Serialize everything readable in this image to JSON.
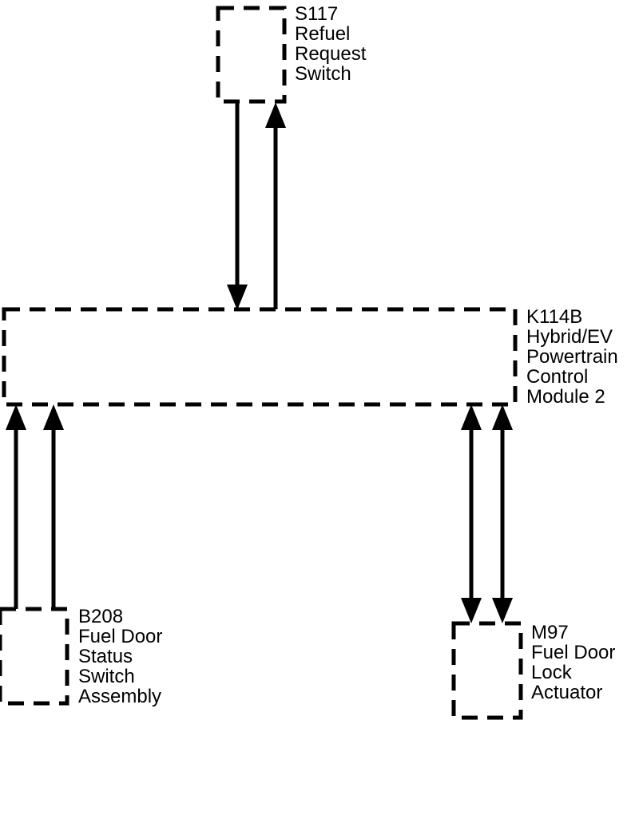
{
  "components": {
    "s117": {
      "lines": [
        "S117",
        "Refuel",
        "Request",
        "Switch"
      ]
    },
    "k114b": {
      "lines": [
        "K114B",
        "Hybrid/EV",
        "Powertrain",
        "Control",
        "Module 2"
      ]
    },
    "b208": {
      "lines": [
        "B208",
        "Fuel Door",
        "Status",
        "Switch",
        "Assembly"
      ]
    },
    "m97": {
      "lines": [
        "M97",
        "Fuel Door",
        "Lock",
        "Actuator"
      ]
    }
  },
  "connections": [
    {
      "from": "k114b",
      "to": "s117"
    },
    {
      "from": "s117",
      "to": "k114b"
    },
    {
      "from": "b208",
      "to": "k114b"
    },
    {
      "from": "b208",
      "to": "k114b"
    },
    {
      "from": "k114b",
      "to": "m97",
      "bidirectional": true
    },
    {
      "from": "k114b",
      "to": "m97",
      "bidirectional": true
    }
  ]
}
